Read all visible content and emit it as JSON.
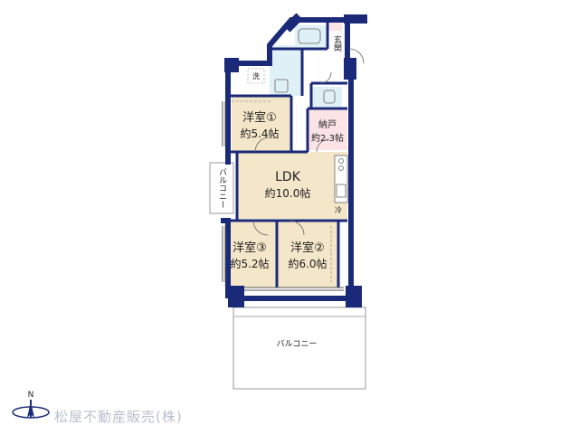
{
  "rooms": {
    "western1": {
      "name": "洋室①",
      "size": "約5.4帖"
    },
    "storage": {
      "name": "納戸",
      "size": "約2.3帖"
    },
    "ldk": {
      "name": "LDK",
      "size": "約10.0帖"
    },
    "western3": {
      "name": "洋室③",
      "size": "約5.2帖"
    },
    "western2": {
      "name": "洋室②",
      "size": "約6.0帖"
    }
  },
  "labels": {
    "entrance": "玄関",
    "washer": "洗",
    "fridge": "冷",
    "balcony_side": "バルコニー",
    "balcony_main": "バルコニー",
    "north": "N"
  },
  "company": "松屋不動産販売(株)",
  "colors": {
    "wall": "#1b2a78",
    "room_beige": "#f4e6c9",
    "wet_blue": "#dff0f6",
    "storage_pink": "#fbe3e6"
  }
}
